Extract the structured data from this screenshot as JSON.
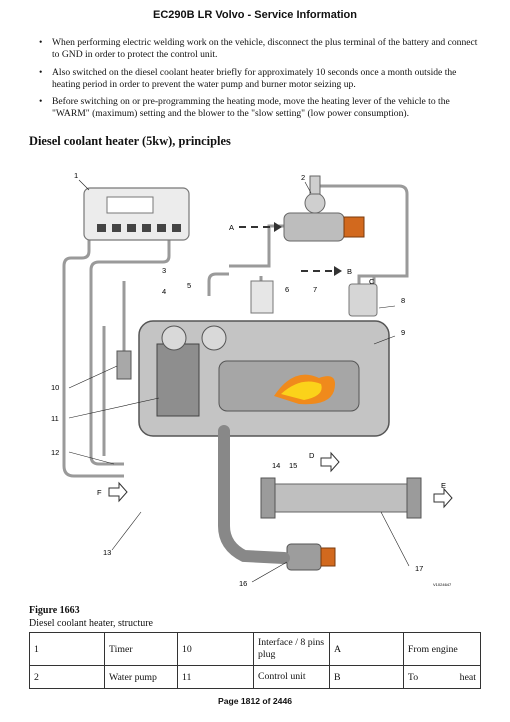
{
  "header": {
    "title": "EC290B LR Volvo - Service Information"
  },
  "bullets": [
    "When performing electric welding work on the vehicle, disconnect the plus terminal of the battery and connect to GND in order to protect the control unit.",
    "Also switched on the diesel coolant heater briefly for approximately 10 seconds once a month outside the heating period in order to prevent the water pump and burner motor seizing up.",
    "Before switching on or pre-programming the heating mode, move the heating lever of the vehicle to the \"WARM\" (maximum) setting and the blower to the \"slow setting\" (low power consumption)."
  ],
  "section_title": "Diesel coolant heater (5kw), principles",
  "figure": {
    "callouts": [
      "1",
      "2",
      "3",
      "4",
      "5",
      "6",
      "7",
      "8",
      "9",
      "10",
      "11",
      "12",
      "13",
      "14",
      "15",
      "16",
      "17"
    ],
    "flow_labels": [
      "A",
      "B",
      "C",
      "D",
      "E",
      "F"
    ],
    "image_code": "V1024647",
    "label": "Figure 1663",
    "caption": "Diesel coolant heater, structure"
  },
  "table": {
    "rows": [
      [
        "1",
        "Timer",
        "10",
        "Interface / 8 pins plug",
        "A",
        "From engine"
      ],
      [
        "2",
        "Water pump",
        "11",
        "Control unit",
        "B",
        "To heat"
      ]
    ]
  },
  "footer": {
    "page": "Page 1812 of 2446"
  }
}
